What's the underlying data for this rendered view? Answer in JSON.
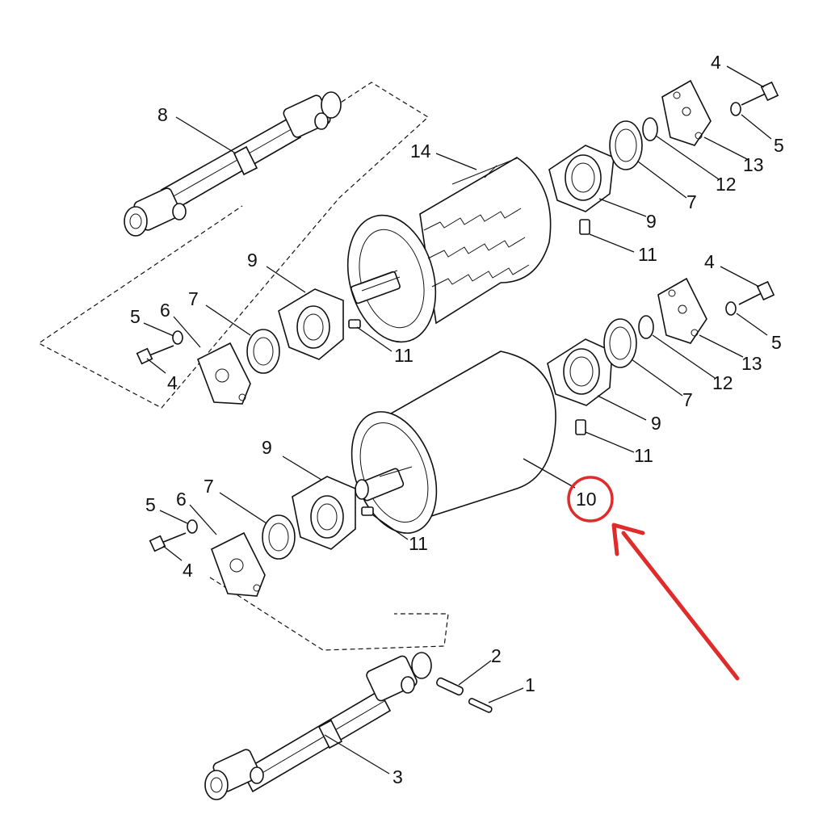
{
  "diagram": {
    "type": "exploded-parts-diagram",
    "callouts": {
      "c8": "8",
      "c14": "14",
      "c4a": "4",
      "c5a": "5",
      "c13a": "13",
      "c12a": "12",
      "c7a": "7",
      "c9a": "9",
      "c11a": "11",
      "c9b": "9",
      "c11b": "11",
      "c7b": "7",
      "c6b": "6",
      "c5b": "5",
      "c4b": "4",
      "c4c": "4",
      "c5c": "5",
      "c13c": "13",
      "c12c": "12",
      "c7c": "7",
      "c9c": "9",
      "c11c": "11",
      "c10": "10",
      "c9d": "9",
      "c7d": "7",
      "c6d": "6",
      "c5d": "5",
      "c4d": "4",
      "c11d": "11",
      "c2": "2",
      "c1": "1",
      "c3": "3"
    },
    "highlight": {
      "part": "10",
      "color": "#e02b2b"
    }
  }
}
